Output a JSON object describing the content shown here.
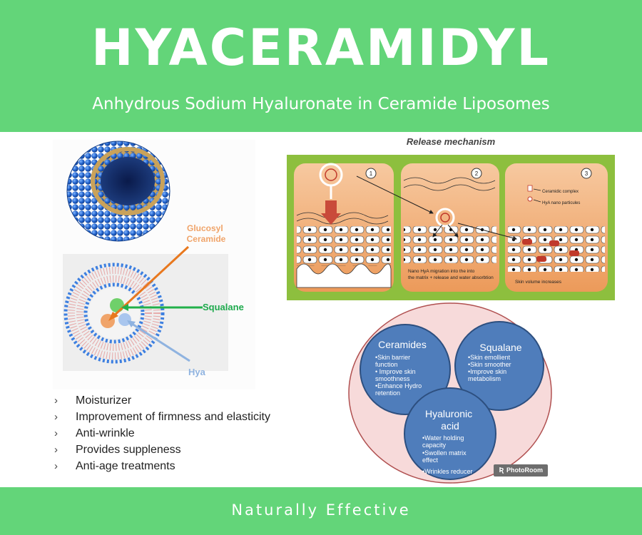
{
  "header": {
    "title": "HYACERAMIDYL",
    "subtitle": "Anhydrous Sodium Hyaluronate in Ceramide Liposomes",
    "background": "#63d579"
  },
  "liposome_diagram": {
    "labels": {
      "glucosyl": "Glucosyl\nCeramide",
      "squalane": "Squalane",
      "hya": "Hya"
    },
    "colors": {
      "glucosyl": "#f0a46a",
      "squalane": "#1eaa4d",
      "hya": "#8fb3e0",
      "sphere": "#2d6fd4"
    }
  },
  "benefits": [
    "Moisturizer",
    "Improvement of firmness and elasticity",
    "Anti-wrinkle",
    "Provides suppleness",
    "Anti-age treatments"
  ],
  "release_mechanism": {
    "title": "Release mechanism",
    "steps": [
      {
        "number": "1",
        "caption": ""
      },
      {
        "number": "2",
        "caption": "Nano HyA migration into the into the matrix + release and water absorbtion"
      },
      {
        "number": "3",
        "caption": "Skin volume increases"
      }
    ],
    "legend": {
      "complex": "Ceramidic complex",
      "particles": "HyA nano particules"
    }
  },
  "venn": {
    "ceramides": {
      "title": "Ceramides",
      "items": [
        "•Skin barrier",
        "function",
        "• Improve skin",
        "smoothness",
        "•Enhance  Hydro",
        "retention"
      ]
    },
    "squalane": {
      "title": "Squalane",
      "items": [
        "•Skin emollient",
        "•Skin smoother",
        "•Improve skin",
        "metabolism"
      ]
    },
    "hyaluronic": {
      "title_lines": [
        "Hyaluronic",
        "acid"
      ],
      "items": [
        "•Water holding",
        "capacity",
        "•Swollen matrix",
        "effect",
        "•Wrinkles reducer"
      ]
    },
    "colors": {
      "circle": "#4f7dbb",
      "outer": "#f7dada"
    }
  },
  "watermark": {
    "label": "PhotoRoom"
  },
  "footer": {
    "text": "Naturally Effective"
  }
}
